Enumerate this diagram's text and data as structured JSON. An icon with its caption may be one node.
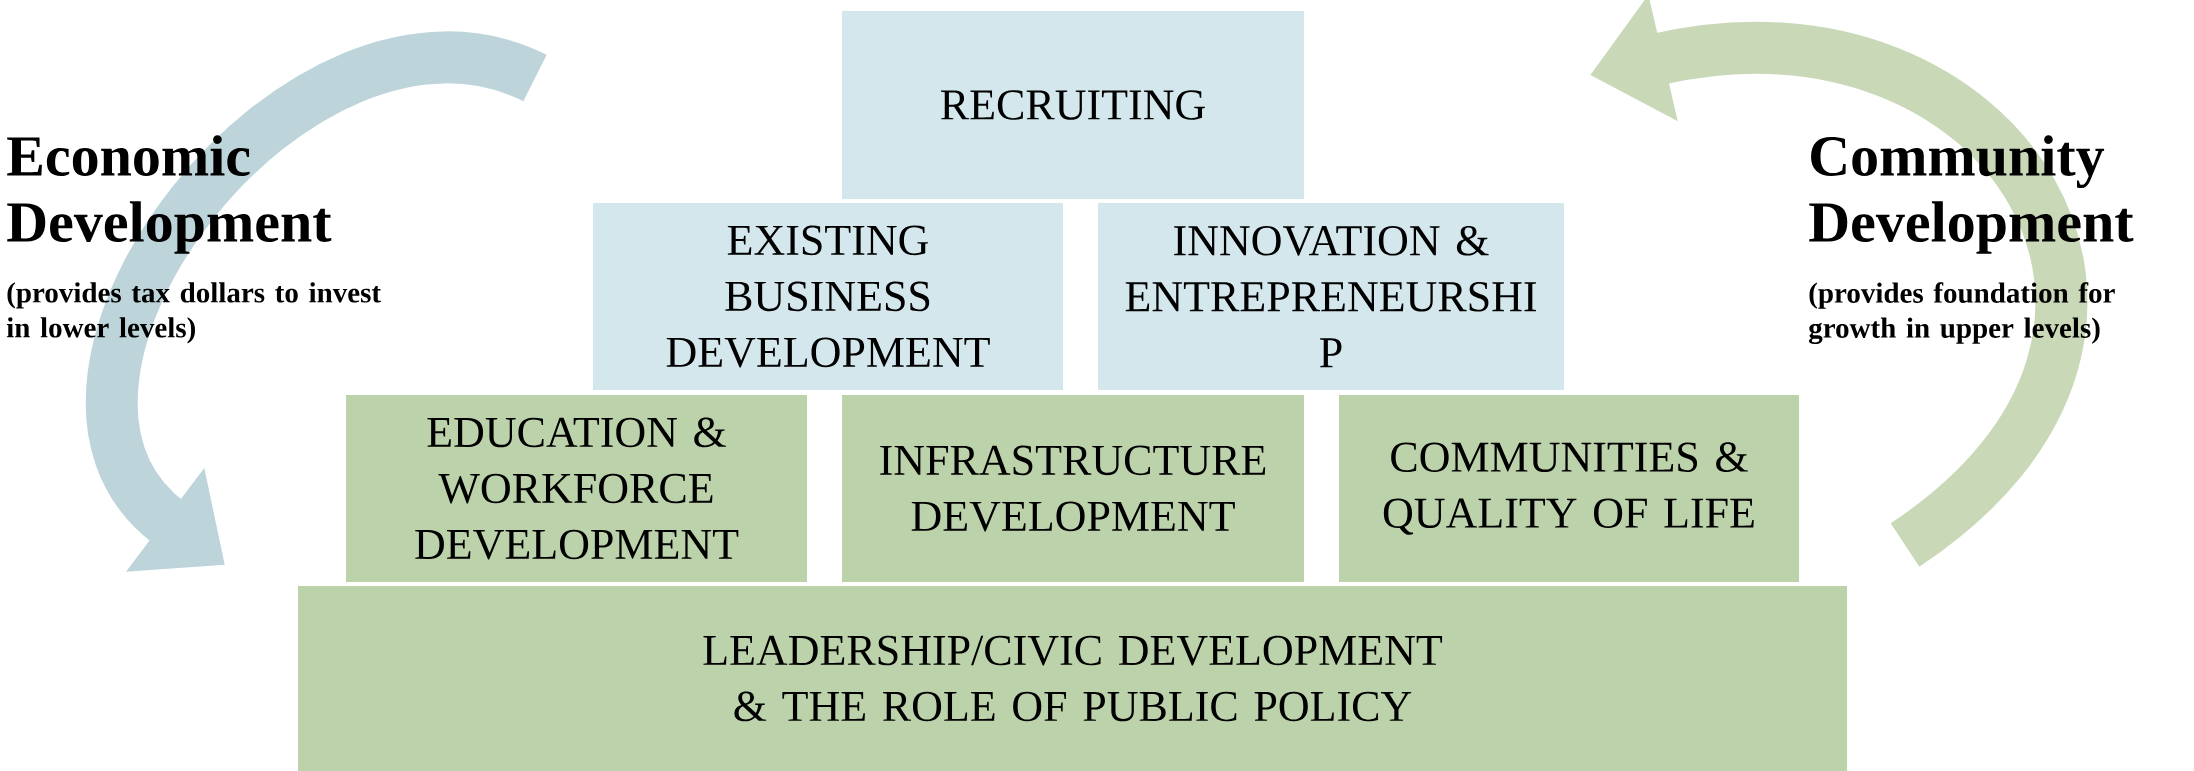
{
  "diagram": {
    "nodes": [
      {
        "text": [
          "RECRUITING"
        ]
      },
      {
        "text": [
          "EXISTING BUSINESS DEVELOPMENT"
        ]
      },
      {
        "text": [
          "INNOVATION & ENTREPRENEURSHI P"
        ]
      },
      {
        "text": [
          "EDUCATION & WORKFORCE DEVELOPMENT"
        ]
      },
      {
        "text": [
          "INFRASTRUCTURE DEVELOPMENT"
        ]
      },
      {
        "text": [
          "COMMUNITIES & QUALITY OF LIFE"
        ]
      },
      {
        "text": [
          "LEADERSHIP/CIVIC DEVELOPMENT & THE ROLE OF PUBLIC POLICY"
        ]
      }
    ],
    "labels": [
      "Economic Development",
      "(provides tax dollars to invest in lower levels)",
      "Community Development",
      "(provides foundation for growth in upper levels)"
    ]
  }
}
